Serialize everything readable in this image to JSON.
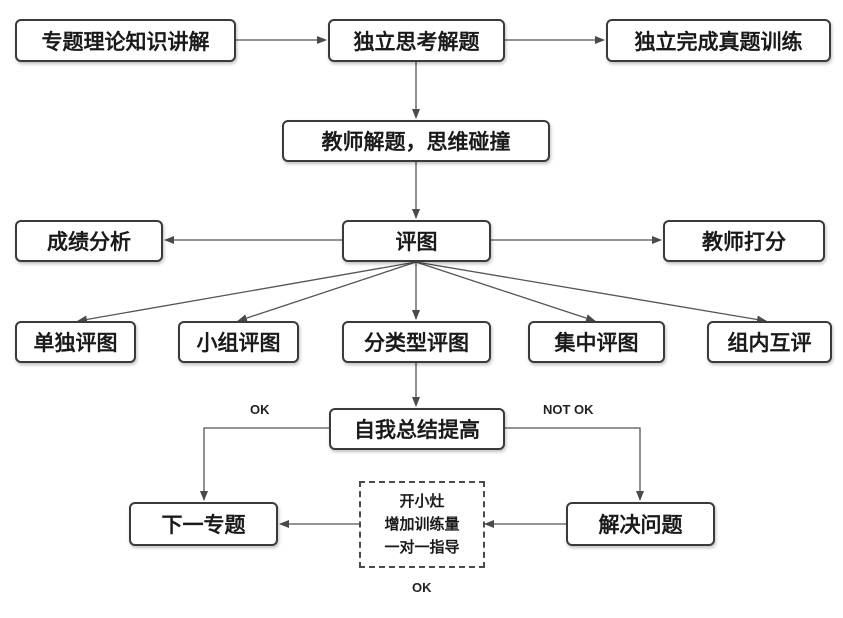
{
  "nodes": {
    "lecture": "专题理论知识讲解",
    "think": "独立思考解题",
    "practice": "独立完成真题训练",
    "teacher_solve": "教师解题，思维碰撞",
    "evaluate": "评图",
    "score": "成绩分析",
    "teacher_mark": "教师打分",
    "single": "单独评图",
    "group": "小组评图",
    "category": "分类型评图",
    "central": "集中评图",
    "peer": "组内互评",
    "summary": "自我总结提高",
    "next": "下一专题",
    "solve": "解决问题"
  },
  "remedial": [
    "开小灶",
    "增加训练量",
    "一对一指导"
  ],
  "labels": {
    "ok_left": "OK",
    "not_ok": "NOT OK",
    "ok_bottom": "OK"
  }
}
